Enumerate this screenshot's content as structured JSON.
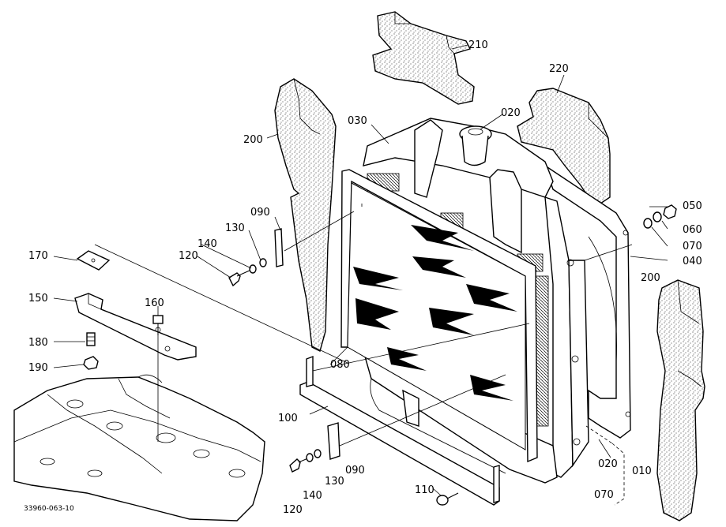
{
  "diagram": {
    "drawing_number": "33960-063-10",
    "callouts": [
      {
        "id": "c210",
        "text": "210"
      },
      {
        "id": "c220",
        "text": "220"
      },
      {
        "id": "c020a",
        "text": "020"
      },
      {
        "id": "c030",
        "text": "030"
      },
      {
        "id": "c200a",
        "text": "200"
      },
      {
        "id": "c090a",
        "text": "090"
      },
      {
        "id": "c130a",
        "text": "130"
      },
      {
        "id": "c140a",
        "text": "140"
      },
      {
        "id": "c120a",
        "text": "120"
      },
      {
        "id": "c170",
        "text": "170"
      },
      {
        "id": "c150",
        "text": "150"
      },
      {
        "id": "c160",
        "text": "160"
      },
      {
        "id": "c180",
        "text": "180"
      },
      {
        "id": "c190",
        "text": "190"
      },
      {
        "id": "c080",
        "text": "080"
      },
      {
        "id": "c100",
        "text": "100"
      },
      {
        "id": "c050",
        "text": "050"
      },
      {
        "id": "c060",
        "text": "060"
      },
      {
        "id": "c070a",
        "text": "070"
      },
      {
        "id": "c040",
        "text": "040"
      },
      {
        "id": "c200b",
        "text": "200"
      },
      {
        "id": "c020b",
        "text": "020"
      },
      {
        "id": "c010",
        "text": "010"
      },
      {
        "id": "c070b",
        "text": "070"
      },
      {
        "id": "c110",
        "text": "110"
      },
      {
        "id": "c090b",
        "text": "090"
      },
      {
        "id": "c130b",
        "text": "130"
      },
      {
        "id": "c140b",
        "text": "140"
      },
      {
        "id": "c120b",
        "text": "120"
      }
    ]
  }
}
